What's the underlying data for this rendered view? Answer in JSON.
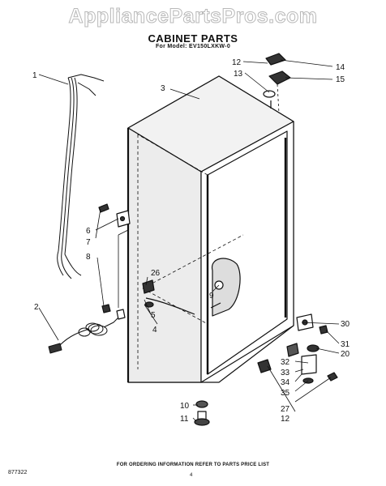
{
  "watermark": "AppliancePartsPros.com",
  "title": "CABINET PARTS",
  "subtitle": "For Model: EV150LXKW-0",
  "callouts": [
    "1",
    "2",
    "3",
    "4",
    "5",
    "6",
    "7",
    "8",
    "9",
    "10",
    "11",
    "12",
    "12",
    "13",
    "14",
    "15",
    "20",
    "26",
    "27",
    "30",
    "31",
    "32",
    "33",
    "34",
    "35"
  ],
  "footer_note": "FOR ORDERING INFORMATION REFER TO PARTS PRICE LIST",
  "page_number": "4",
  "doc_number": "877322"
}
